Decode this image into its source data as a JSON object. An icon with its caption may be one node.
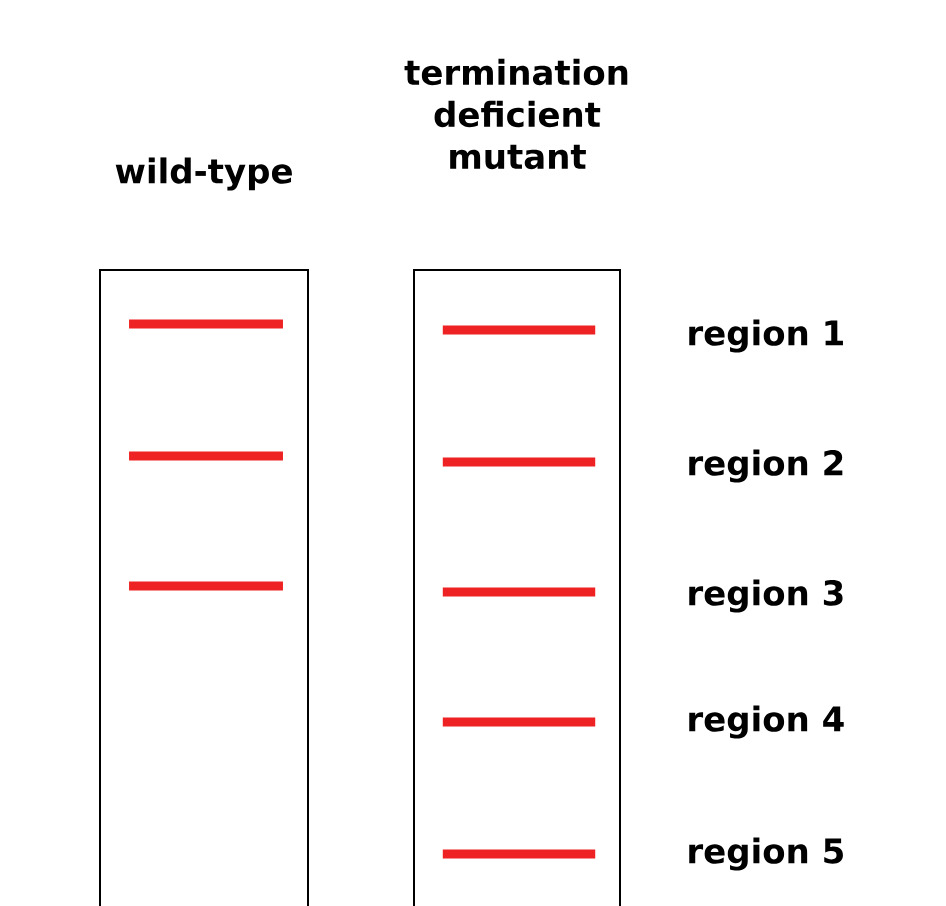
{
  "diagram": {
    "nodes": [
      {
        "text": [
          "wild-type"
        ]
      },
      {
        "text": [
          "termination deficient mutant"
        ]
      },
      {
        "text": [],
        "shape": "bar",
        "in": 0
      },
      {
        "text": [],
        "shape": "bar",
        "in": 0
      },
      {
        "text": [],
        "shape": "bar",
        "in": 0
      },
      {
        "text": [],
        "shape": "bar",
        "in": 1
      },
      {
        "text": [],
        "shape": "bar",
        "in": 1
      },
      {
        "text": [],
        "shape": "bar",
        "in": 1
      },
      {
        "text": [],
        "shape": "bar",
        "in": 1
      },
      {
        "text": [],
        "shape": "bar",
        "in": 1
      }
    ],
    "labels": [
      "region 1",
      "region 2",
      "region 3",
      "region 4",
      "region 5"
    ]
  }
}
